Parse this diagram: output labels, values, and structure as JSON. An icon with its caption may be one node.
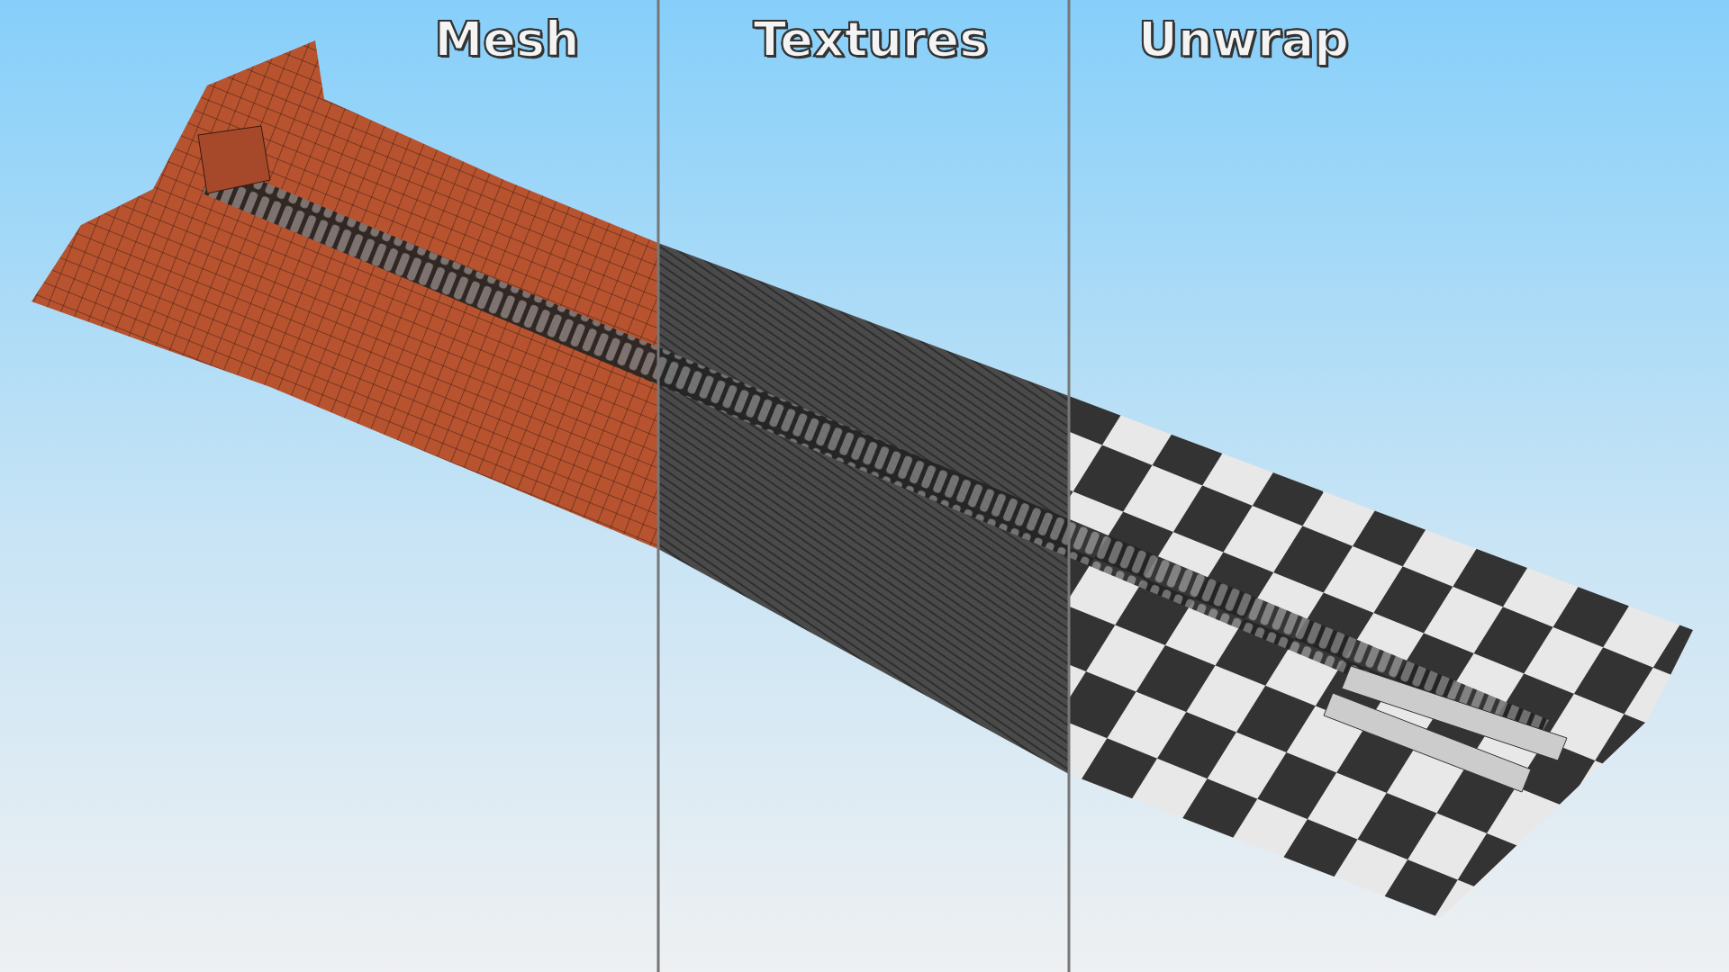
{
  "diagram": {
    "labels": [
      "Mesh",
      "Textures",
      "Unwrap"
    ]
  }
}
